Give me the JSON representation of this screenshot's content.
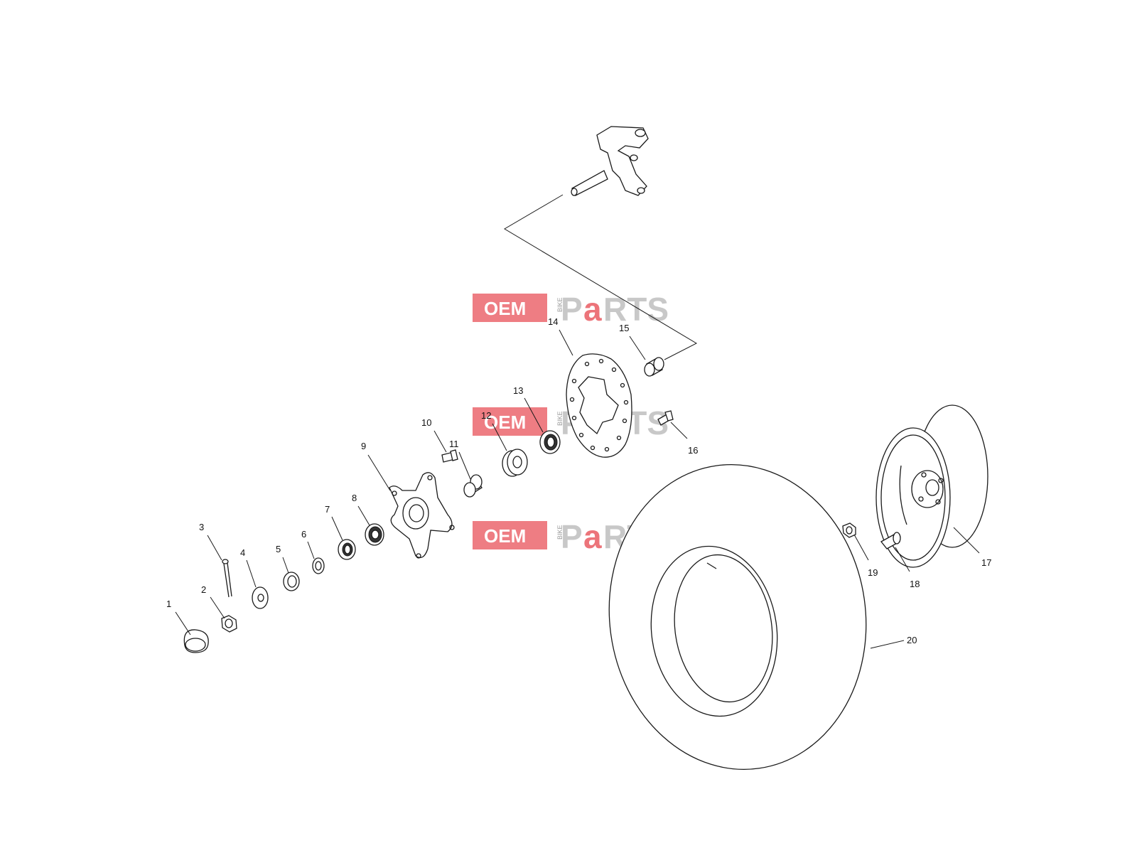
{
  "watermark": {
    "oem": "OEM",
    "bike": "BIKE",
    "p": "P",
    "a": "a",
    "rts": "RTS"
  },
  "callouts": [
    {
      "id": "1",
      "label": "1"
    },
    {
      "id": "2",
      "label": "2"
    },
    {
      "id": "3",
      "label": "3"
    },
    {
      "id": "4",
      "label": "4"
    },
    {
      "id": "5",
      "label": "5"
    },
    {
      "id": "6",
      "label": "6"
    },
    {
      "id": "7",
      "label": "7"
    },
    {
      "id": "8",
      "label": "8"
    },
    {
      "id": "9",
      "label": "9"
    },
    {
      "id": "10",
      "label": "10"
    },
    {
      "id": "11",
      "label": "11"
    },
    {
      "id": "12",
      "label": "12"
    },
    {
      "id": "13",
      "label": "13"
    },
    {
      "id": "14",
      "label": "14"
    },
    {
      "id": "15",
      "label": "15"
    },
    {
      "id": "16",
      "label": "16"
    },
    {
      "id": "17",
      "label": "17"
    },
    {
      "id": "18",
      "label": "18"
    },
    {
      "id": "19",
      "label": "19"
    },
    {
      "id": "20",
      "label": "20"
    }
  ]
}
